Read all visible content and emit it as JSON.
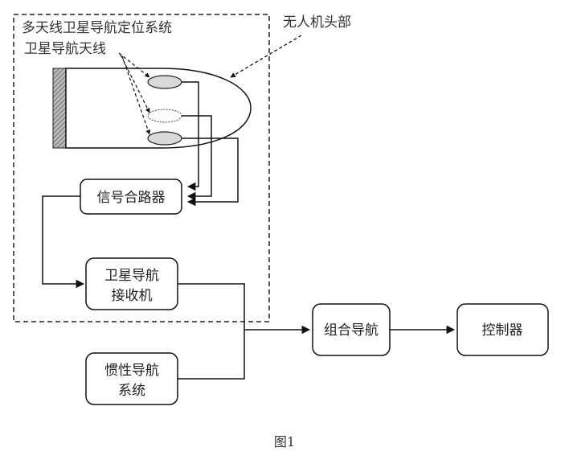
{
  "figure": {
    "caption": "图1",
    "system_label": "多天线卫星导航定位系统",
    "antenna_label": "卫星导航天线",
    "uav_head_label": "无人机头部",
    "blocks": {
      "combiner": "信号合路器",
      "receiver_line1": "卫星导航",
      "receiver_line2": "接收机",
      "ins_line1": "惯性导航",
      "ins_line2": "系统",
      "integrated": "组合导航",
      "controller": "控制器"
    },
    "colors": {
      "line": "#111111",
      "antenna_fill": "#d9d9d9",
      "hatch": "#555555"
    }
  }
}
